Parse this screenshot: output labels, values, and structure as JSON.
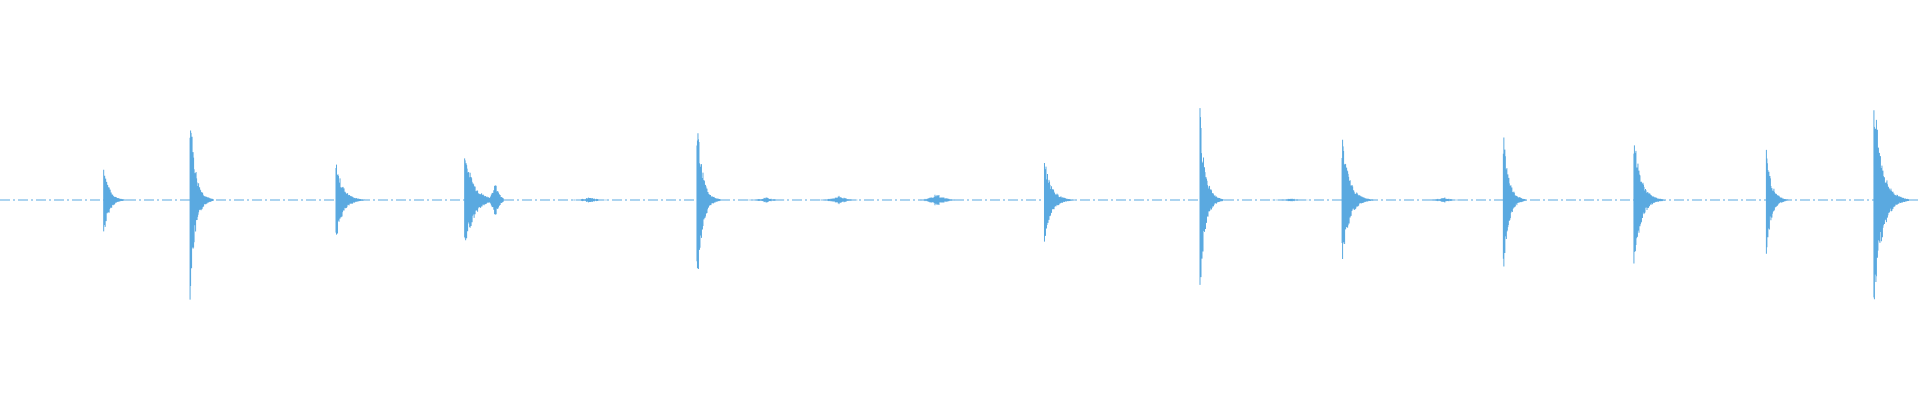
{
  "waveform": {
    "color": "#5aa9e0",
    "baseline_style": "dash-dot",
    "transients": [
      {
        "t": 0.054,
        "peak": 0.38,
        "trough": 0.38,
        "decay": 0.012
      },
      {
        "t": 0.099,
        "peak": 0.98,
        "trough": 1.0,
        "decay": 0.012
      },
      {
        "t": 0.175,
        "peak": 0.4,
        "trough": 0.42,
        "decay": 0.016
      },
      {
        "t": 0.242,
        "peak": 0.53,
        "trough": 0.56,
        "decay": 0.02,
        "burst": {
          "dt": 0.016,
          "amp": 0.23
        }
      },
      {
        "t": 0.363,
        "peak": 0.9,
        "trough": 0.94,
        "decay": 0.012
      },
      {
        "t": 0.544,
        "peak": 0.42,
        "trough": 0.42,
        "decay": 0.016
      },
      {
        "t": 0.625,
        "peak": 0.94,
        "trough": 0.95,
        "decay": 0.012
      },
      {
        "t": 0.699,
        "peak": 0.67,
        "trough": 0.67,
        "decay": 0.016
      },
      {
        "t": 0.783,
        "peak": 0.72,
        "trough": 0.74,
        "decay": 0.012
      },
      {
        "t": 0.851,
        "peak": 0.68,
        "trough": 0.7,
        "decay": 0.016
      },
      {
        "t": 0.92,
        "peak": 0.51,
        "trough": 0.54,
        "decay": 0.012
      },
      {
        "t": 0.976,
        "peak": 1.12,
        "trough": 1.15,
        "decay": 0.018
      }
    ],
    "noise_bumps": [
      {
        "t": 0.307,
        "amp": 0.03
      },
      {
        "t": 0.399,
        "amp": 0.03
      },
      {
        "t": 0.437,
        "amp": 0.05
      },
      {
        "t": 0.488,
        "amp": 0.07
      },
      {
        "t": 0.672,
        "amp": 0.02
      },
      {
        "t": 0.752,
        "amp": 0.03
      }
    ]
  }
}
